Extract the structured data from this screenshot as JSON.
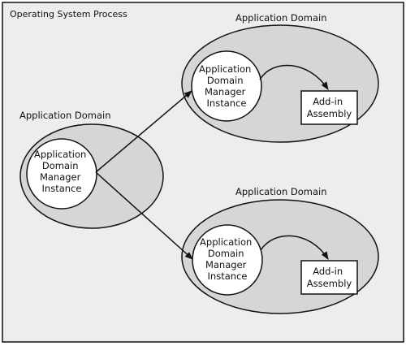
{
  "process_label": "Operating System Process",
  "domains": {
    "left": {
      "label": "Application Domain",
      "manager_lines": [
        "Application",
        "Domain",
        "Manager",
        "Instance"
      ]
    },
    "top_right": {
      "label": "Application Domain",
      "manager_lines": [
        "Application",
        "Domain",
        "Manager",
        "Instance"
      ],
      "addin_lines": [
        "Add-in",
        "Assembly"
      ]
    },
    "bottom_right": {
      "label": "Application Domain",
      "manager_lines": [
        "Application",
        "Domain",
        "Manager",
        "Instance"
      ],
      "addin_lines": [
        "Add-in",
        "Assembly"
      ]
    }
  },
  "colors": {
    "process_fill": "#ededed",
    "domain_fill": "#d6d6d6",
    "inner_fill": "#ffffff",
    "stroke": "#111111"
  }
}
